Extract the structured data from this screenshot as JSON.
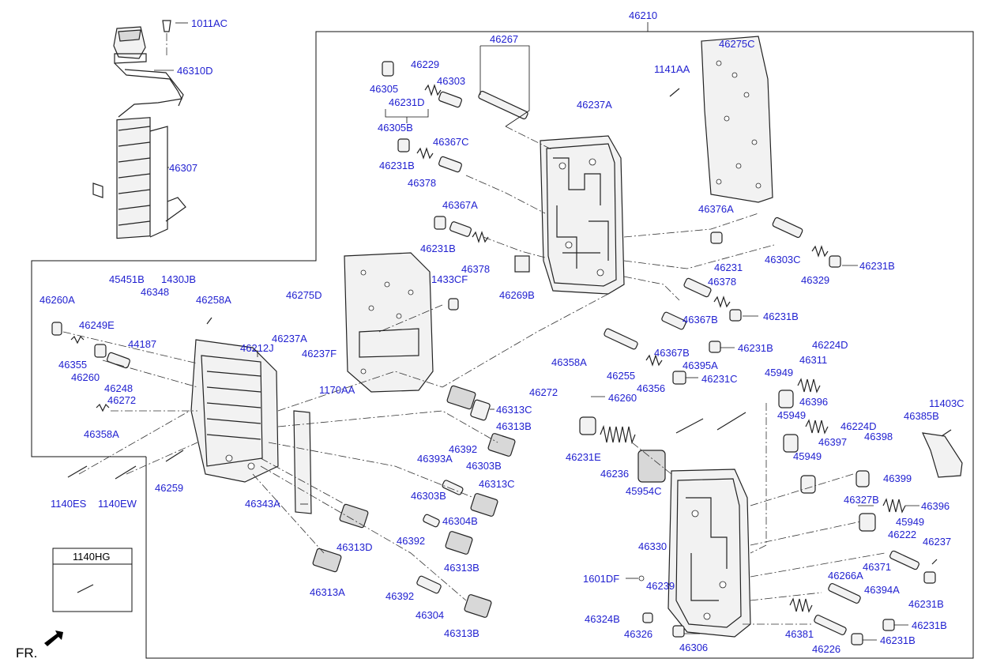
{
  "labels": {
    "l_46210": "46210",
    "l_1011AC": "1011AC",
    "l_46310D": "46310D",
    "l_46307": "46307",
    "l_46267": "46267",
    "l_46229": "46229",
    "l_46305": "46305",
    "l_46303": "46303",
    "l_46231D": "46231D",
    "l_46305B": "46305B",
    "l_46237A_top": "46237A",
    "l_46275C": "46275C",
    "l_1141AA": "1141AA",
    "l_46367C": "46367C",
    "l_46231B_a": "46231B",
    "l_46378_a": "46378",
    "l_46367A": "46367A",
    "l_46231B_b": "46231B",
    "l_46378_b": "46378",
    "l_1433CF": "1433CF",
    "l_46269B": "46269B",
    "l_46376A": "46376A",
    "l_46303C": "46303C",
    "l_46329": "46329",
    "l_46231B_c": "46231B",
    "l_46231": "46231",
    "l_46378_c": "46378",
    "l_46231B_d": "46231B",
    "l_46367B_a": "46367B",
    "l_46231B_e": "46231B",
    "l_46367B_b": "46367B",
    "l_46395A": "46395A",
    "l_46231C": "46231C",
    "l_46255": "46255",
    "l_46356": "46356",
    "l_46358A_r": "46358A",
    "l_46272_r": "46272",
    "l_46260_r": "46260",
    "l_46313C_a": "46313C",
    "l_46313B_a": "46313B",
    "l_46392_a": "46392",
    "l_46303B_a": "46303B",
    "l_46393A": "46393A",
    "l_46313C_b": "46313C",
    "l_46303B_b": "46303B",
    "l_46304B": "46304B",
    "l_46392_b": "46392",
    "l_46313B_b": "46313B",
    "l_46313D": "46313D",
    "l_46313A": "46313A",
    "l_46392_c": "46392",
    "l_46304": "46304",
    "l_46313B_c": "46313B",
    "l_45451B": "45451B",
    "l_1430JB": "1430JB",
    "l_46348": "46348",
    "l_46260A": "46260A",
    "l_46258A": "46258A",
    "l_46275D": "46275D",
    "l_46249E": "46249E",
    "l_44187": "44187",
    "l_46355": "46355",
    "l_46260_l": "46260",
    "l_46248": "46248",
    "l_46272_l": "46272",
    "l_46358A_l": "46358A",
    "l_46212J": "46212J",
    "l_46237A_mid": "46237A",
    "l_46237F": "46237F",
    "l_1170AA": "1170AA",
    "l_46259": "46259",
    "l_1140ES": "1140ES",
    "l_1140EW": "1140EW",
    "l_46343A": "46343A",
    "l_46224D": "46224D",
    "l_46311": "46311",
    "l_45949_a": "45949",
    "l_46396_a": "46396",
    "l_45949_b": "45949",
    "l_46224D_b": "46224D",
    "l_46397": "46397",
    "l_46398": "46398",
    "l_45949_c": "45949",
    "l_46399": "46399",
    "l_11403C": "11403C",
    "l_46385B": "46385B",
    "l_46231E": "46231E",
    "l_46236": "46236",
    "l_45954C": "45954C",
    "l_46327B": "46327B",
    "l_46396_b": "46396",
    "l_45949_d": "45949",
    "l_46222": "46222",
    "l_46237": "46237",
    "l_46371": "46371",
    "l_46330": "46330",
    "l_1601DF": "1601DF",
    "l_46239": "46239",
    "l_46266A": "46266A",
    "l_46394A": "46394A",
    "l_46231B_f": "46231B",
    "l_46324B": "46324B",
    "l_46326": "46326",
    "l_46306": "46306",
    "l_46381": "46381",
    "l_46231B_g": "46231B",
    "l_46226": "46226",
    "l_46231B_h": "46231B",
    "l_1140HG": "1140HG",
    "l_FR": "FR."
  },
  "icons": [
    "wiring-harness-icon",
    "valve-body-icon",
    "separator-plate-icon",
    "solenoid-valve-icon",
    "spring-icon",
    "bolt-icon",
    "front-arrow-icon"
  ]
}
